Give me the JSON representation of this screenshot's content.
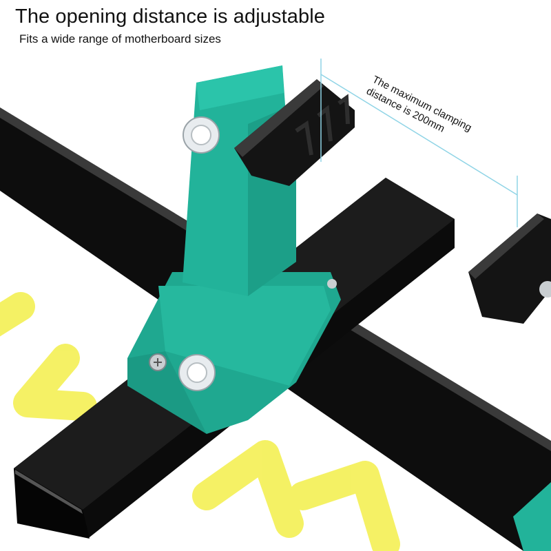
{
  "headline": "The opening distance is adjustable",
  "subheadline": "Fits a wide range of motherboard sizes",
  "annotation": {
    "line1": "The maximum clamping",
    "line2": "distance is 200mm"
  },
  "colors": {
    "bracket": "#23b39b",
    "bar": "#111111",
    "arrow": "#f3ef4a",
    "guide": "#8fd4e6",
    "background": "#ffffff"
  }
}
